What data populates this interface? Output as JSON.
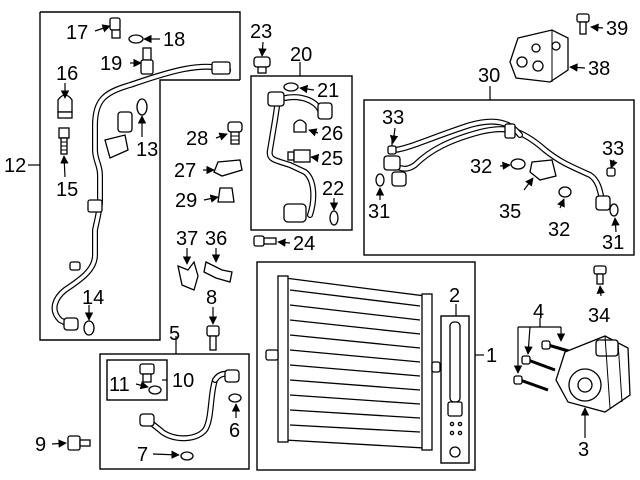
{
  "callouts": [
    "1",
    "2",
    "3",
    "4",
    "5",
    "6",
    "7",
    "8",
    "9",
    "10",
    "11",
    "12",
    "13",
    "14",
    "15",
    "16",
    "17",
    "18",
    "19",
    "20",
    "21",
    "22",
    "23",
    "24",
    "25",
    "26",
    "27",
    "28",
    "29",
    "30",
    "31",
    "32",
    "33",
    "34",
    "35",
    "36",
    "37",
    "38",
    "39",
    "31",
    "32",
    "33"
  ]
}
